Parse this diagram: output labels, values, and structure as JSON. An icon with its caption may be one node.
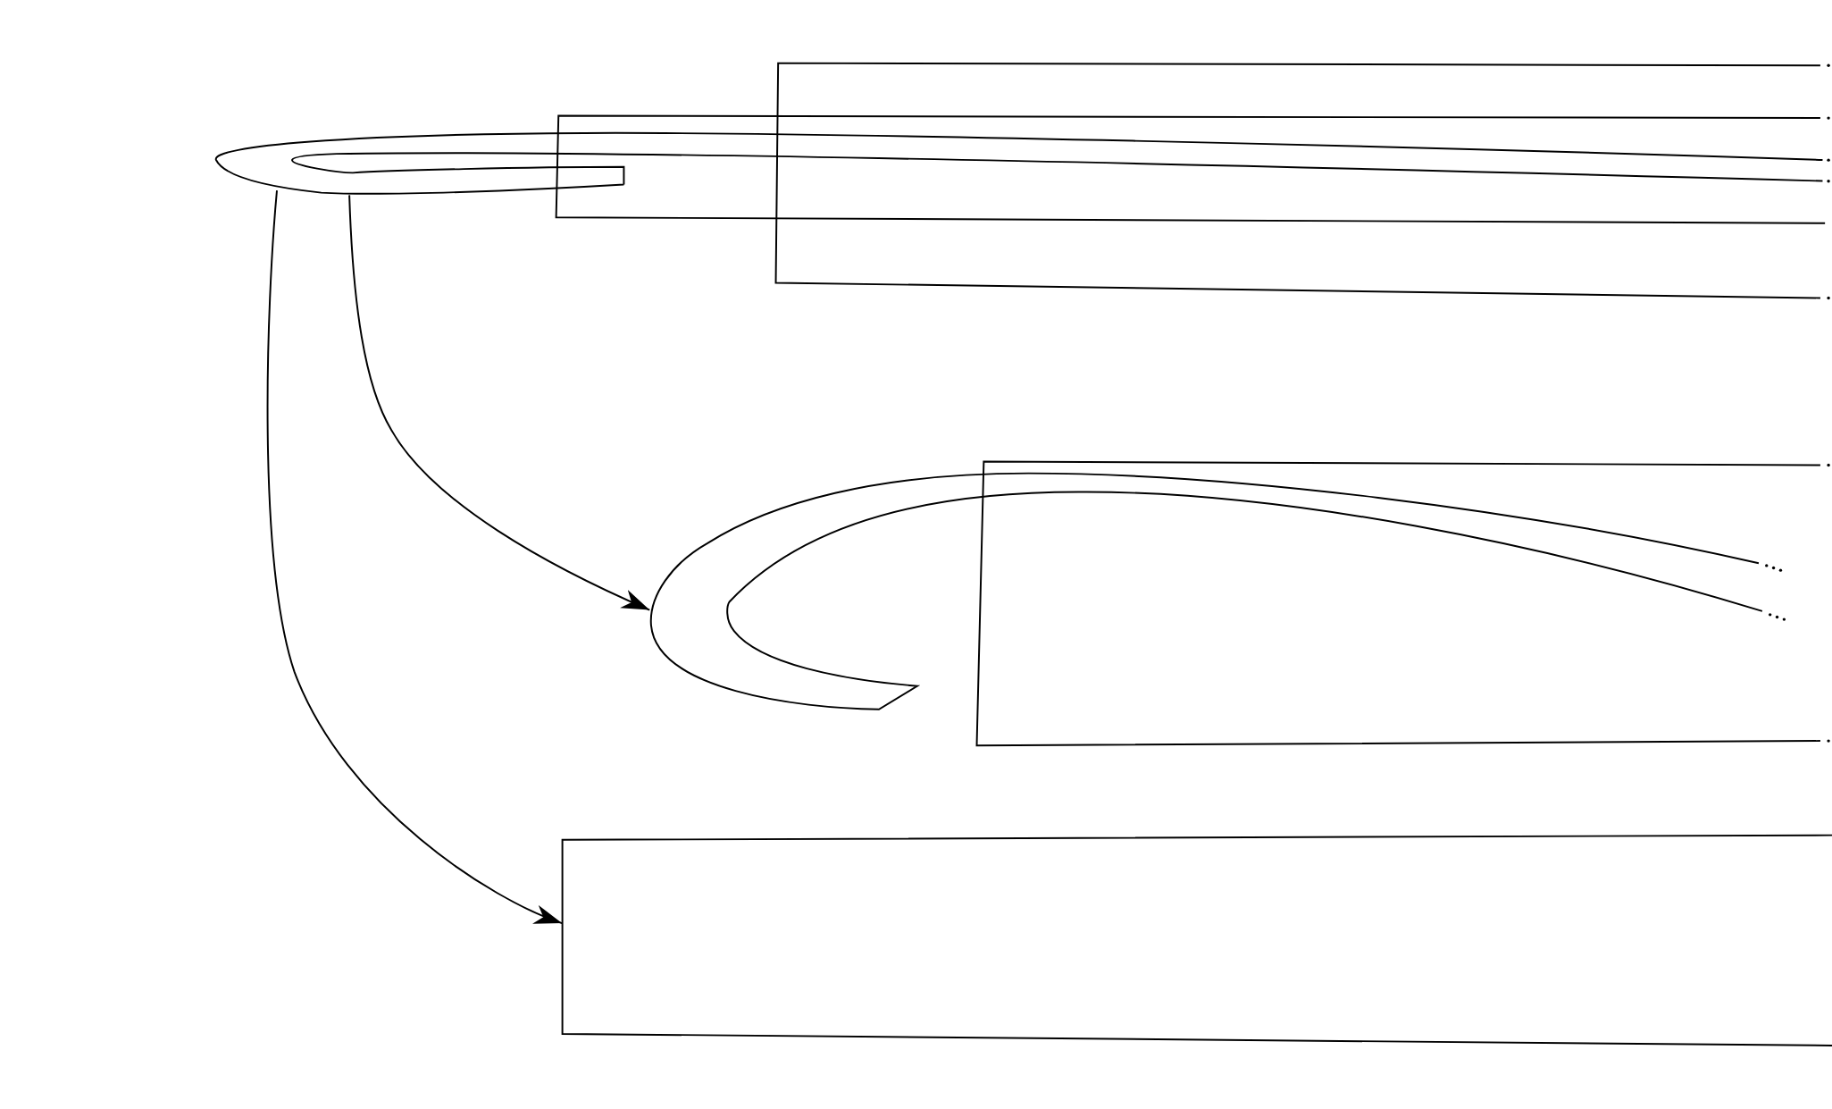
{
  "diagram": {
    "nodes": [
      {
        "text": [],
        "shape": "hook"
      },
      {
        "text": [],
        "shape": "hook"
      },
      {
        "text": [],
        "shape": "box"
      }
    ],
    "edges": [
      {
        "from": 0,
        "to": 1,
        "arrow": "to"
      },
      {
        "from": 0,
        "to": 2,
        "arrow": "to"
      }
    ]
  }
}
